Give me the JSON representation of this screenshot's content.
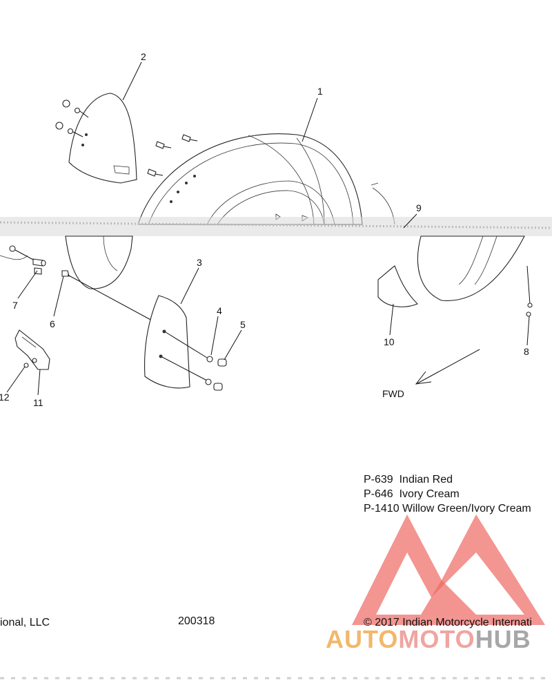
{
  "callouts": [
    "1",
    "2",
    "3",
    "4",
    "5",
    "6",
    "7",
    "8",
    "9",
    "10",
    "11",
    "12"
  ],
  "direction_label": "FWD",
  "color_options": [
    {
      "code": "P-639",
      "name": "Indian Red"
    },
    {
      "code": "P-646",
      "name": "Ivory Cream"
    },
    {
      "code": "P-1410",
      "name": "Willow Green/Ivory Cream"
    }
  ],
  "footer": {
    "left": "ional, LLC",
    "middle": "200318",
    "right": "© 2017 Indian Motorcycle Internati"
  },
  "watermark": {
    "part1": "AUTO",
    "part2": "MOTO",
    "part3": "HUB",
    "colors": {
      "orange": "#f2b86a",
      "red": "#f0a5a0",
      "gray": "#a7a7a7",
      "logo": "#e8352e"
    }
  }
}
